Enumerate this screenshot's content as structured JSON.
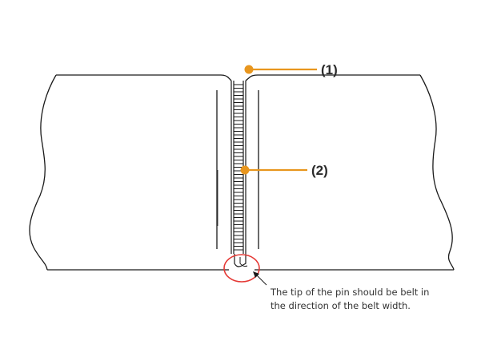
{
  "colors": {
    "line": "#1a1a1a",
    "callout": "#e8961e",
    "highlight": "#e53935",
    "text": "#2b2b2b"
  },
  "callouts": [
    {
      "label": "(1)"
    },
    {
      "label": "(2)"
    }
  ],
  "note": {
    "line1": "The tip of the pin should be belt in",
    "line2": "the direction of the belt width."
  }
}
